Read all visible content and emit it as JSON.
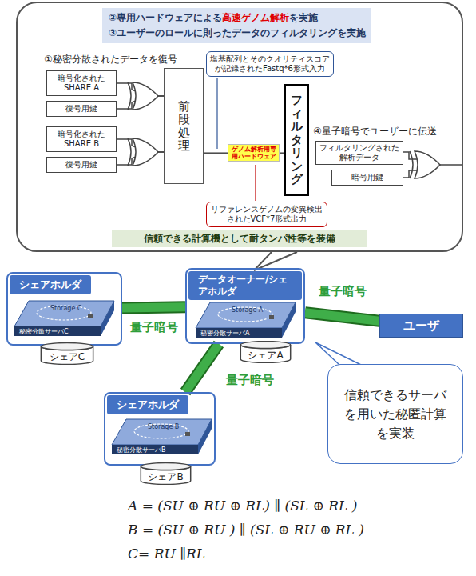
{
  "diagram": {
    "nodes": [
      {
        "text": [
          "信頼できる計算機として耐タンパ性等を装備"
        ]
      },
      {
        "text": [
          "暗号化された SHARE A"
        ],
        "in": 0
      },
      {
        "text": [
          "復号用鍵"
        ],
        "in": 0
      },
      {
        "text": [
          "暗号化された SHARE B"
        ],
        "in": 0
      },
      {
        "text": [
          "復号用鍵"
        ],
        "in": 0
      },
      {
        "text": [
          "前段処理"
        ],
        "in": 0
      },
      {
        "text": [
          "塩基配列とそのクオリティスコアが記録されたFastq*6形式入力"
        ],
        "in": 0
      },
      {
        "text": [
          "ゲノム解析用専用ハードウェア"
        ],
        "in": 0
      },
      {
        "text": [
          "フィルタリング"
        ],
        "in": 0
      },
      {
        "text": [
          "リファレンスゲノムの変異検出されたVCF*7形式出力"
        ],
        "in": 0
      },
      {
        "text": [
          "フィルタリングされた 解析データ"
        ],
        "in": 0
      },
      {
        "text": [
          "暗号用鍵"
        ],
        "in": 0
      },
      {
        "text": [
          "シェアホルダ"
        ]
      },
      {
        "text": [
          "シェアC"
        ]
      },
      {
        "text": [
          "データオーナー/シェアホルダ"
        ]
      },
      {
        "text": [
          "シェアA"
        ]
      },
      {
        "text": [
          "ユーザ"
        ]
      },
      {
        "text": [
          "信頼できるサーバを用いた秘匿計算を実装"
        ]
      },
      {
        "text": [
          "シェアホルダ"
        ]
      },
      {
        "text": [
          "シェアB"
        ]
      }
    ],
    "edges": [
      {
        "from": 1,
        "to": 5,
        "arrow": "none"
      },
      {
        "from": 2,
        "to": 5,
        "arrow": "none"
      },
      {
        "from": 3,
        "to": 5,
        "arrow": "none"
      },
      {
        "from": 4,
        "to": 5,
        "arrow": "none"
      },
      {
        "from": 5,
        "to": 7,
        "arrow": "none"
      },
      {
        "from": 7,
        "to": 8,
        "arrow": "none"
      },
      {
        "from": 12,
        "to": 14,
        "label": "量子暗号",
        "arrow": "none"
      },
      {
        "from": 14,
        "to": 16,
        "label": "量子暗号",
        "arrow": "none"
      },
      {
        "from": 18,
        "to": 14,
        "label": "量子暗号",
        "arrow": "none"
      }
    ],
    "labels": [
      "②専用ハードウェアによる",
      "高速ゲノム解析",
      "を実施",
      "③ユーザーのロールに則ったデータのフィルタリングを実施",
      "①秘密分散されたデータを復号",
      "④量子暗号でユーザーに伝送",
      "Storage C",
      "秘密分散サーバC",
      "Storage A",
      "秘密分散サーバA",
      "Storage B",
      "秘密分散サーバB",
      "A = (SU ⊕ RU ⊕ RL) ∥ (SL ⊕ RL )",
      "B = (SU ⊕ RU ) ∥ (SL ⊕ RU ⊕ RL )",
      "C= RU ∥RL"
    ]
  }
}
